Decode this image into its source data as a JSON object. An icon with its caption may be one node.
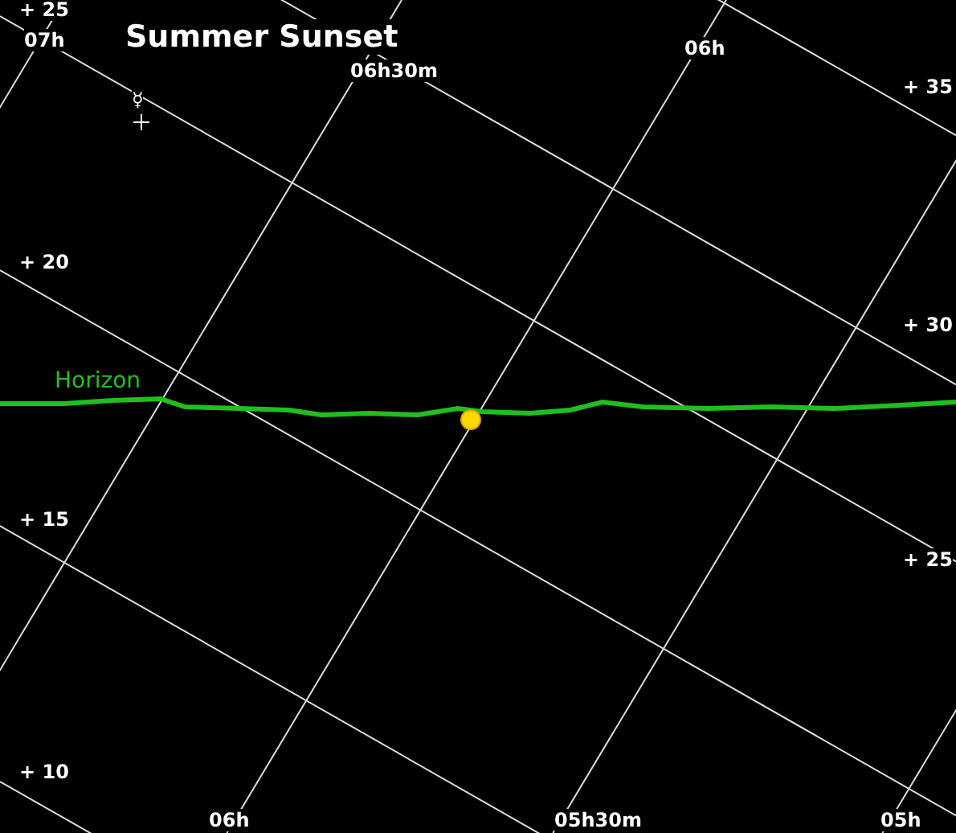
{
  "diagram": {
    "title": "Summer Sunset",
    "labels": [
      "+ 25",
      "07h",
      "06h30m",
      "06h",
      "☿",
      "+ 35",
      "+ 20",
      "+ 30",
      "Horizon",
      "+ 15",
      "+ 25",
      "+ 10",
      "06h",
      "05h30m",
      "05h"
    ]
  }
}
